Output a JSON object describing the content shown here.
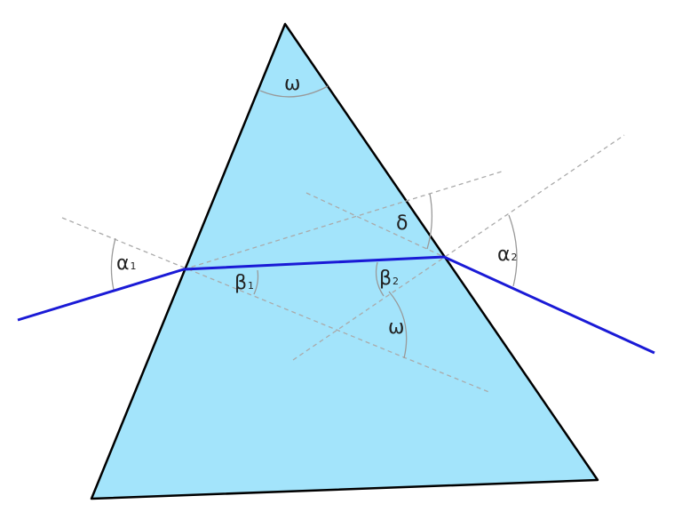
{
  "colors": {
    "prism_fill": "#a3e4fb",
    "prism_edge": "#000000",
    "ray": "#1a1ad6",
    "construction_lines": "#aaaaaa"
  },
  "labels": {
    "apex_angle": "ω",
    "alpha1": "α",
    "alpha1_sub": "1",
    "beta1": "β",
    "beta1_sub": "1",
    "beta2": "β",
    "beta2_sub": "2",
    "alpha2": "α",
    "alpha2_sub": "2",
    "deviation": "δ",
    "normals_angle": "ω"
  }
}
